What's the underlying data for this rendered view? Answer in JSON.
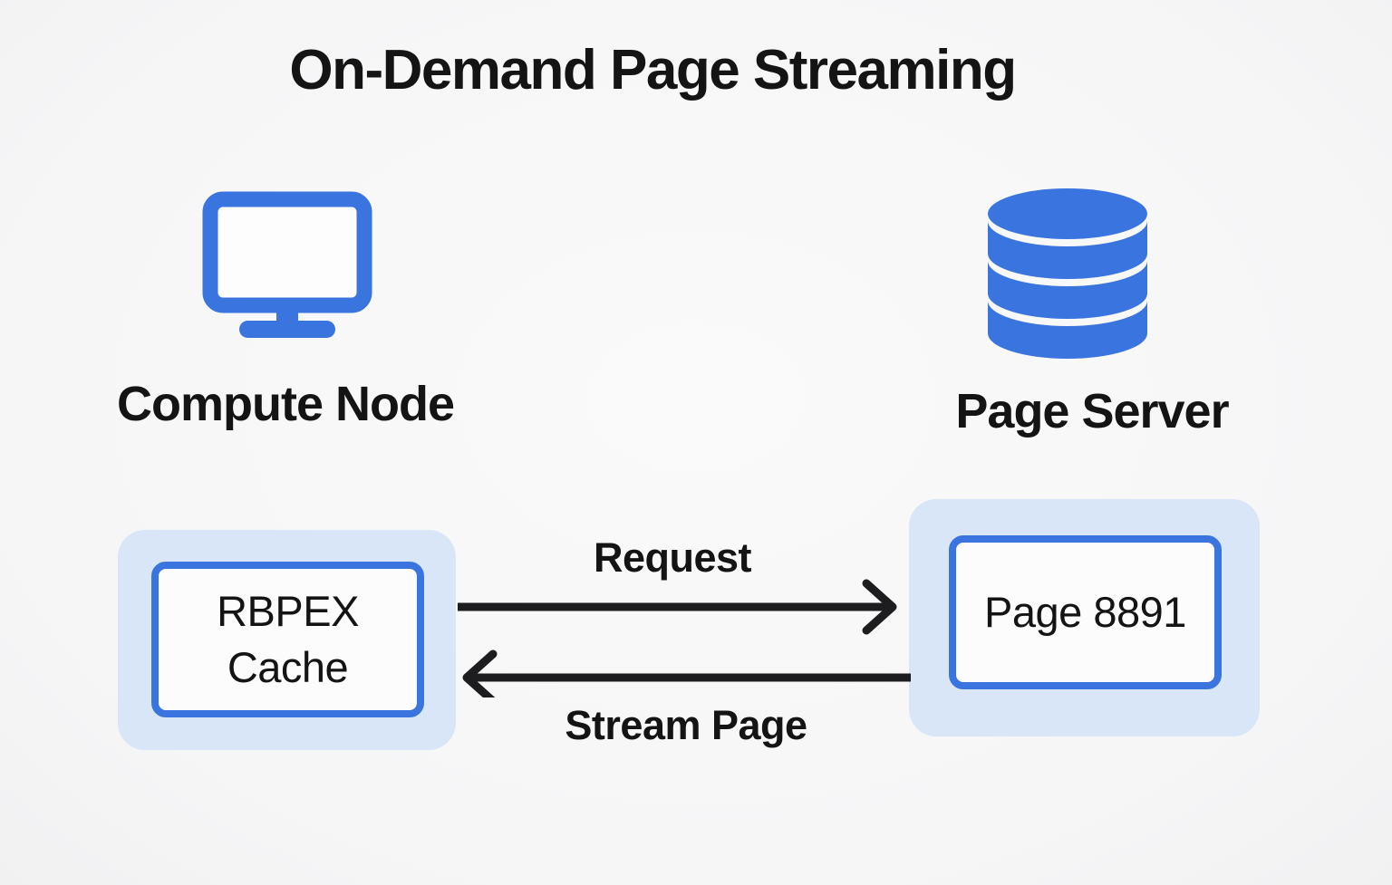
{
  "title": "On-Demand Page Streaming",
  "colors": {
    "accent": "#3a74df",
    "panel": "#d9e6f8",
    "text": "#141414",
    "arrow": "#1d1d1f",
    "bg": "#f7f7f8"
  },
  "left_node": {
    "icon": "monitor-icon",
    "label": "Compute Node",
    "cache_box_label": "RBPEX Cache"
  },
  "right_node": {
    "icon": "database-icon",
    "label": "Page Server",
    "page_box_label": "Page 8891"
  },
  "flows": {
    "request": {
      "label": "Request",
      "direction": "left-to-right"
    },
    "stream": {
      "label": "Stream Page",
      "direction": "right-to-left"
    }
  }
}
